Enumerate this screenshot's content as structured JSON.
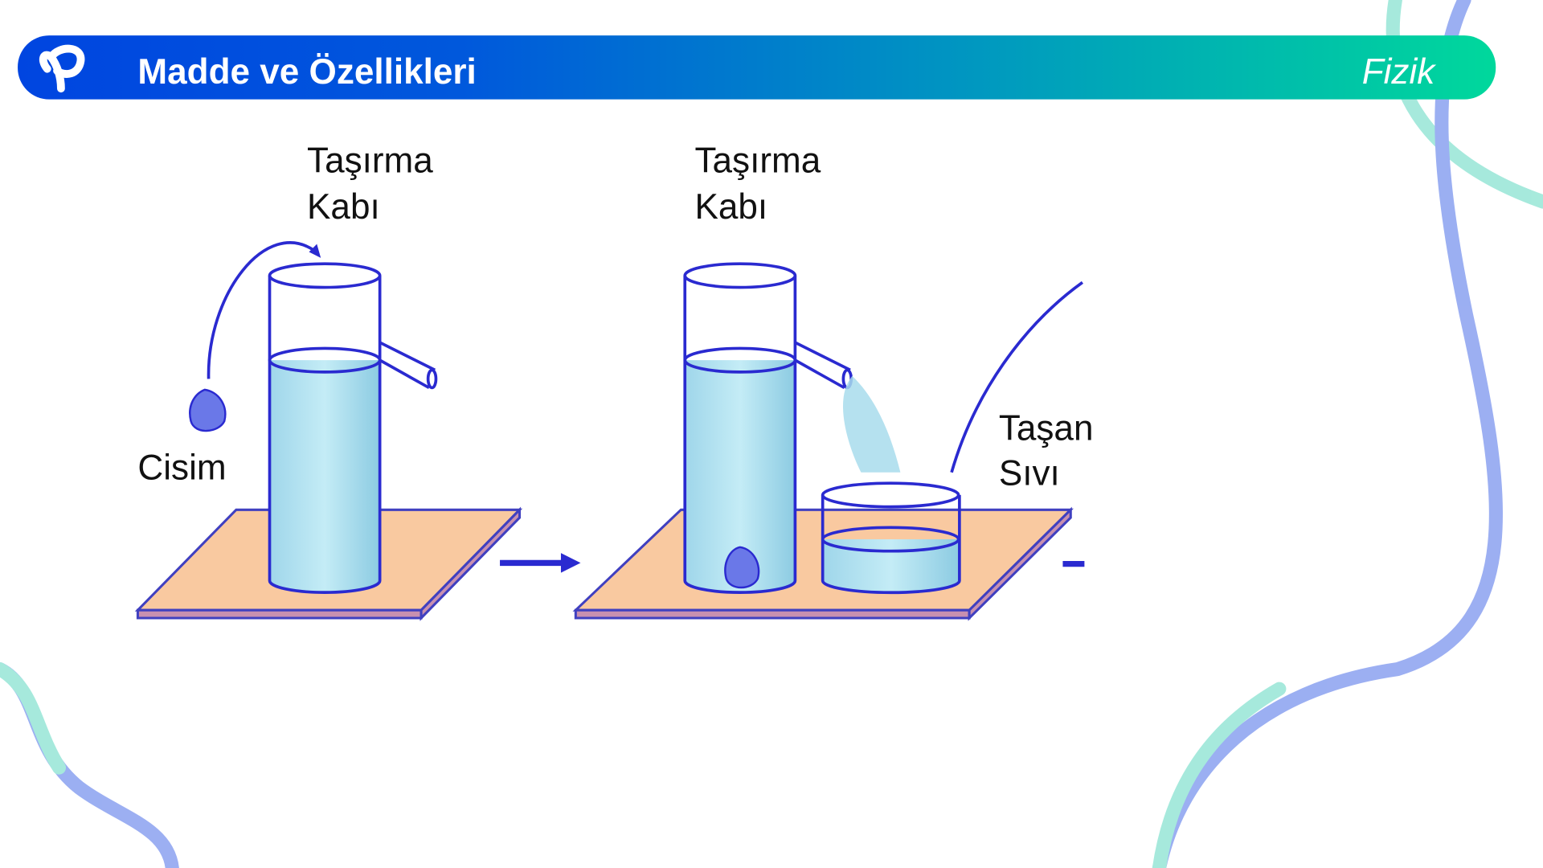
{
  "header": {
    "title": "Madde ve Özellikleri",
    "subject": "Fizik",
    "logo_icon": "p-logo-icon"
  },
  "colors": {
    "header_start": "#0045e0",
    "header_mid": "#0096c4",
    "header_end": "#00d89c",
    "outline": "#2a2ad0",
    "plate": "#f9c9a0",
    "water": "#a8dcec"
  },
  "diagram": {
    "left": {
      "container_label_line1": "Taşırma",
      "container_label_line2": "Kabı",
      "object_label": "Cisim"
    },
    "right": {
      "container_label_line1": "Taşırma",
      "container_label_line2": "Kabı",
      "overflow_label_line1": "Taşan",
      "overflow_label_line2": "Sıvı"
    }
  }
}
